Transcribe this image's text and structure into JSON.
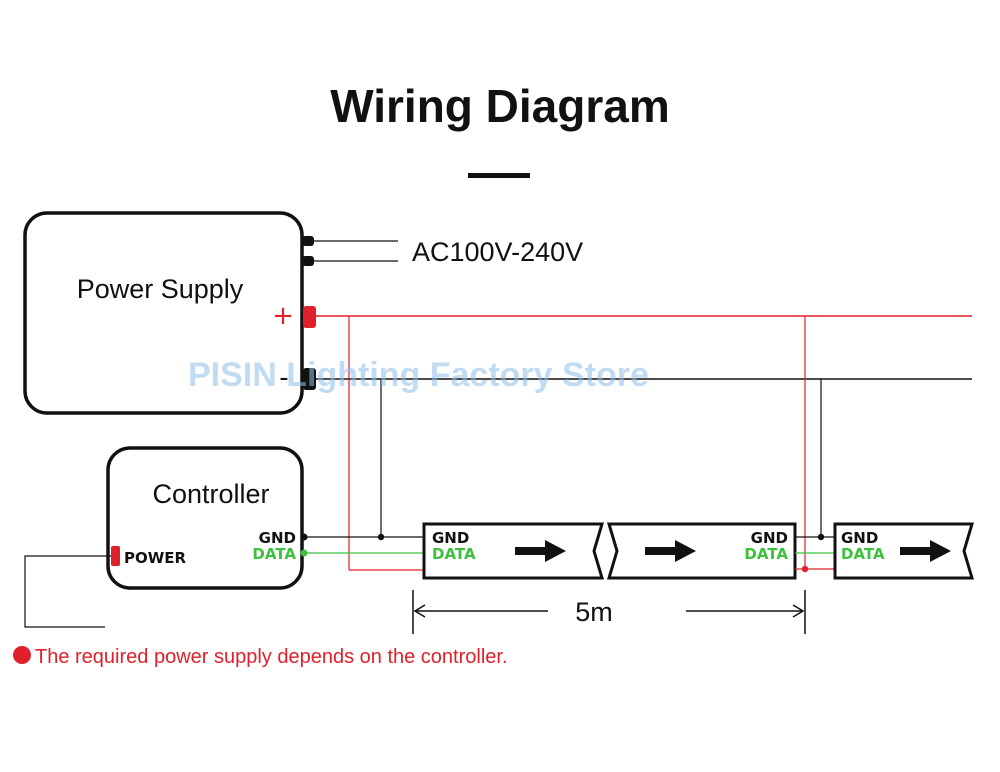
{
  "title": "Wiring Diagram",
  "power_supply": {
    "label": "Power Supply",
    "plus": "+",
    "minus": "-"
  },
  "ac_input": "AC100V-240V",
  "controller": {
    "label": "Controller",
    "gnd": "GND",
    "data": "DATA",
    "power": "POWER"
  },
  "strips": [
    {
      "gnd": "GND",
      "data": "DATA",
      "arrow": "arrow-right"
    },
    {
      "gnd": "GND",
      "data": "DATA",
      "arrow": "arrow-right"
    },
    {
      "gnd": "GND",
      "data": "DATA",
      "arrow": "arrow-right"
    }
  ],
  "segment_length": "5m",
  "note": "The required power supply depends on the controller.",
  "watermark": "PISIN Lighting Factory Store",
  "colors": {
    "positive": "#e0202a",
    "data": "#3cc13c",
    "ground": "#111111",
    "watermark": "#8fbfe8"
  }
}
